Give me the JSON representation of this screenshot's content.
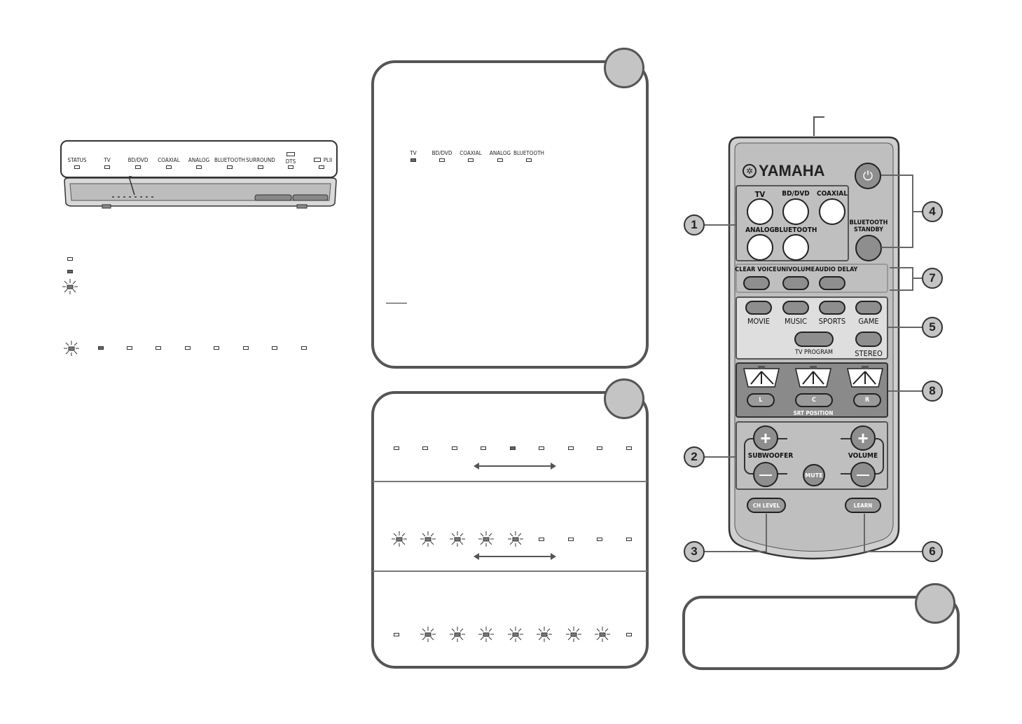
{
  "soundbar_panel": {
    "indicator_labels": [
      "STATUS",
      "TV",
      "BD/DVD",
      "COAXIAL",
      "ANALOG",
      "BLUETOOTH",
      "SURROUND",
      "DTS",
      "PLII"
    ]
  },
  "panel_a": {
    "labels": [
      "TV",
      "BD/DVD",
      "COAXIAL",
      "ANALOG",
      "BLUETOOTH"
    ]
  },
  "remote": {
    "brand": "YAMAHA",
    "power_symbol": "⏻",
    "input_labels": [
      "TV",
      "BD/DVD",
      "COAXIAL",
      "ANALOG",
      "BLUETOOTH"
    ],
    "bt_standby": "BLUETOOTH STANDBY",
    "feature_labels": [
      "CLEAR VOICE",
      "UNIVOLUME",
      "AUDIO DELAY"
    ],
    "program_labels": [
      "MOVIE",
      "MUSIC",
      "SPORTS",
      "GAME",
      "TV PROGRAM",
      "STEREO"
    ],
    "srt_labels": [
      "L",
      "C",
      "R"
    ],
    "srt_title": "SRT POSITION",
    "subwoofer": "SUBWOOFER",
    "volume": "VOLUME",
    "mute": "MUTE",
    "plus": "+",
    "minus": "—",
    "ch_level": "CH LEVEL",
    "learn": "LEARN"
  },
  "callouts": [
    "1",
    "2",
    "3",
    "4",
    "5",
    "6",
    "7",
    "8"
  ],
  "colors": {
    "frame": "#555555",
    "badge": "#c4c4c4",
    "remote_body": "#cfcfcf",
    "led_on": "#666666"
  }
}
